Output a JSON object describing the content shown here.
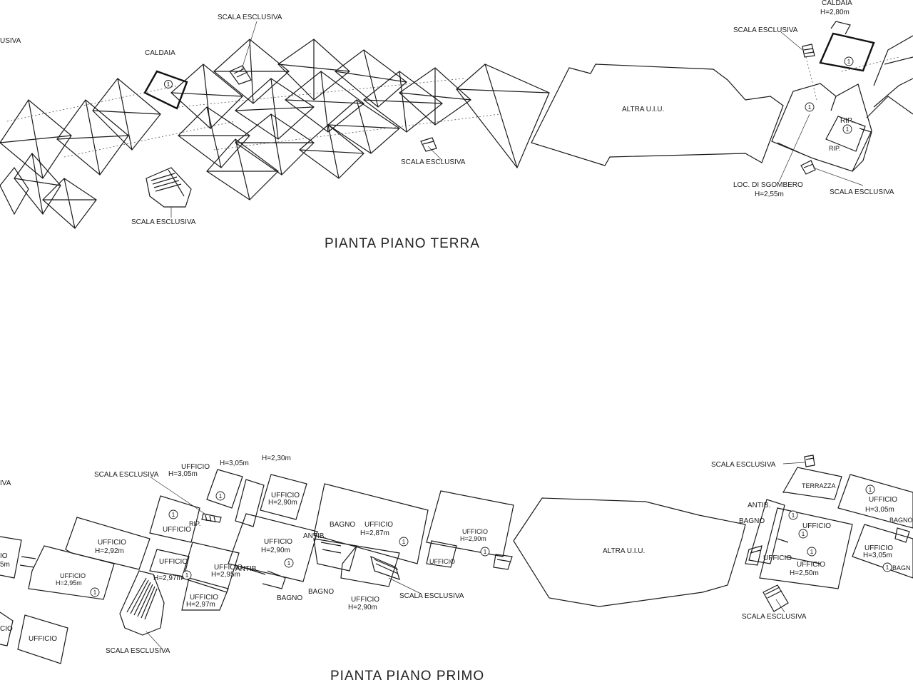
{
  "ground_floor": {
    "title": "PIANTA PIANO TERRA",
    "labels": {
      "scala_esclusiva_left_edge": "USIVA",
      "scala_esclusiva_top": "SCALA ESCLUSIVA",
      "caldaia_left": "CALDAIA",
      "scala_esclusiva_mid": "SCALA ESCLUSIVA",
      "scala_esclusiva_bottom_left": "SCALA ESCLUSIVA",
      "altra_uiu": "ALTRA U.I.U.",
      "caldaia_right": "CALDAIA",
      "caldaia_right_height": "H=2,80m",
      "scala_esclusiva_right_top": "SCALA ESCLUSIVA",
      "rip_1": "RIP.",
      "rip_2": "RIP.",
      "loc_sgombero": "LOC. DI SGOMBERO",
      "loc_sgombero_height": "H=2,55m",
      "scala_esclusiva_right_bottom": "SCALA ESCLUSIVA"
    },
    "unit_marks": [
      "1",
      "1",
      "1",
      "1"
    ]
  },
  "first_floor": {
    "title": "PIANTA PIANO PRIMO",
    "labels": {
      "left_edge_a": "IVA",
      "left_edge_b": "IO",
      "left_edge_c": "5m",
      "left_edge_d": "CIO",
      "scala_esclusiva_top": "SCALA ESCLUSIVA",
      "ufficio_top": "UFFICIO",
      "ufficio_top_height": "H=3,05m",
      "h305_b": "H=3,05m",
      "h230": "H=2,30m",
      "ufficio_290_a": "UFFICIO",
      "ufficio_290_a_height": "H=2,90m",
      "ufficio_292": "UFFICIO",
      "ufficio_292_height": "H=2,92m",
      "ufficio_295_left": "UFFICIO",
      "ufficio_295_left_height": "H=2,95m",
      "ufficio_rip": "UFFICIO",
      "rip": "RIP.",
      "ufficio_297_a": "UFFICIO",
      "h297_b": "H=2,97m",
      "ufficio_295_mid": "UFFICIO",
      "ufficio_295_mid_height": "H=2,95m",
      "ufficio_297_c": "UFFICIO",
      "ufficio_297_c_height": "H=2,97m",
      "ufficio_290_b": "UFFICIO",
      "ufficio_290_b_height": "H=2,90m",
      "antib_a": "ANTIB.",
      "antib_b": "ANTIB.",
      "bagno_a": "BAGNO",
      "bagno_b": "BAGNO",
      "bagno_c": "BAGNO",
      "ufficio_287": "UFFICIO",
      "ufficio_287_height": "H=2,87m",
      "ufficio_290_c": "UFFICIO",
      "ufficio_290_c_height": "H=2,90m",
      "ufficio_290_d": "UFFICIO",
      "ufficio_290_d_height": "H=2,90m",
      "ufficio_small": "UFFICIO",
      "scala_esclusiva_mid": "SCALA ESCLUSIVA",
      "ufficio_bottom_left": "UFFICIO",
      "scala_esclusiva_bottom": "SCALA ESCLUSIVA",
      "altra_uiu": "ALTRA U.I.U.",
      "scala_esclusiva_right_top": "SCALA ESCLUSIVA",
      "terrazza": "TERRAZZA",
      "antib_right": "ANTIB.",
      "bagno_right": "BAGNO",
      "ufficio_right_a": "UFFICIO",
      "ufficio_right_b": "UFFICIO",
      "ufficio_right_c": "UFFICIO",
      "ufficio_right_c_height": "H=2,50m",
      "ufficio_305_right_a": "UFFICIO",
      "ufficio_305_right_a_height": "H=3,05m",
      "ufficio_305_right_b": "UFFICIO",
      "ufficio_305_right_b_height": "H=3,05m",
      "bagno_edge_a": "BAGNO",
      "bagno_edge_b": "BAGN",
      "scala_esclusiva_right_bottom": "SCALA ESCLUSIVA"
    },
    "unit_marks": [
      "1",
      "1",
      "1",
      "1",
      "1",
      "1",
      "1",
      "1",
      "1",
      "1",
      "1",
      "1",
      "1"
    ]
  }
}
